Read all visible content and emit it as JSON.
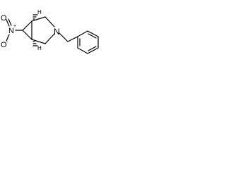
{
  "molecule": {
    "atoms": {
      "ring_nitrogen": "N",
      "nitro_nitrogen": "N",
      "nitro_plus": "+",
      "nitro_oxygen_single": "O",
      "nitro_oxygen_minus": "-",
      "nitro_oxygen_double": "O",
      "bridgehead_h_top": "H",
      "bridgehead_h_bottom": "H"
    }
  }
}
